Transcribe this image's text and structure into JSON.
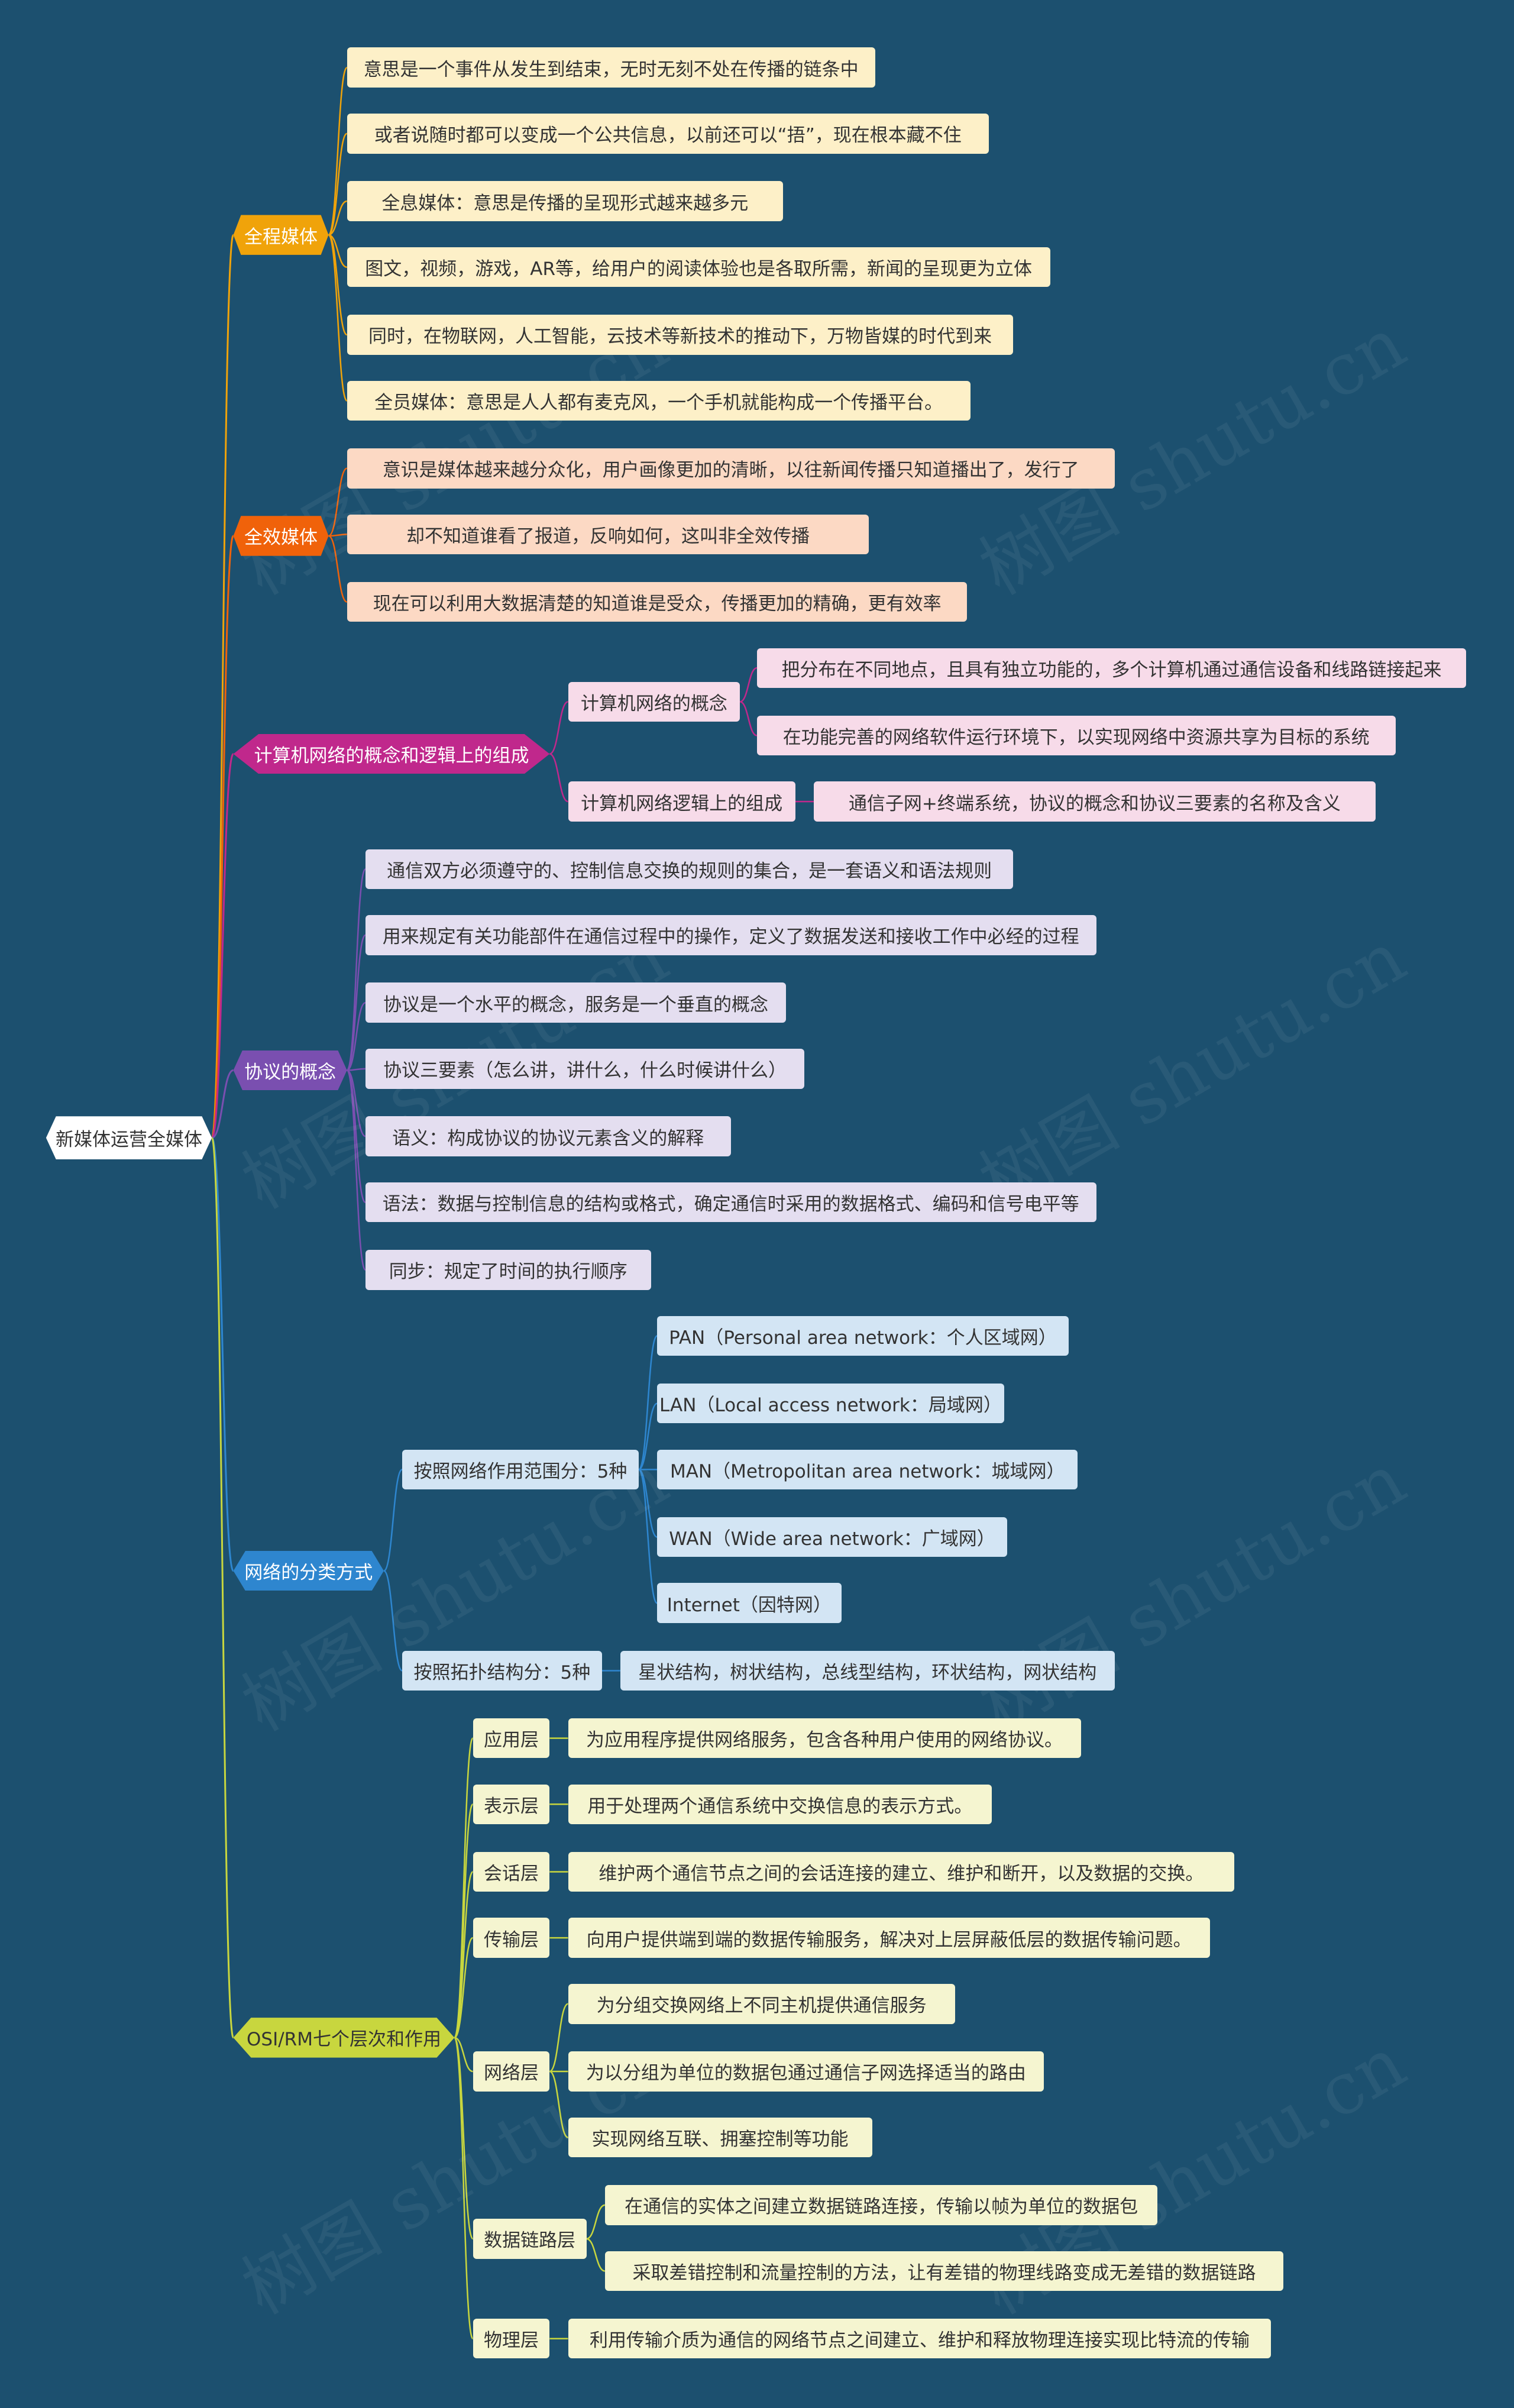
{
  "root": {
    "label": "新媒体运营全媒体"
  },
  "branches": [
    {
      "label": "全程媒体",
      "color": "#f0a30a"
    },
    {
      "label": "全效媒体",
      "color": "#f0620a"
    },
    {
      "label": "计算机网络的概念和逻辑上的组成",
      "color": "#c0288c"
    },
    {
      "label": "协议的概念",
      "color": "#7a4fb0"
    },
    {
      "label": "网络的分类方式",
      "color": "#2e86cf"
    },
    {
      "label": "OSI/RM七个层次和作用",
      "color": "#c8d63e"
    }
  ],
  "b1": {
    "items": [
      "意思是一个事件从发生到结束，无时无刻不处在传播的链条中",
      "或者说随时都可以变成一个公共信息，以前还可以“捂”，现在根本藏不住",
      "全息媒体：意思是传播的呈现形式越来越多元",
      "图文，视频，游戏，AR等，给用户的阅读体验也是各取所需，新闻的呈现更为立体",
      "同时，在物联网，人工智能，云技术等新技术的推动下，万物皆媒的时代到来",
      "全员媒体：意思是人人都有麦克风，一个手机就能构成一个传播平台。"
    ]
  },
  "b2": {
    "items": [
      "意识是媒体越来越分众化，用户画像更加的清晰，以往新闻传播只知道播出了，发行了",
      "却不知道谁看了报道，反响如何，这叫非全效传播",
      "现在可以利用大数据清楚的知道谁是受众，传播更加的精确，更有效率"
    ]
  },
  "b3": {
    "sub1": "计算机网络的概念",
    "sub1_items": [
      "把分布在不同地点，且具有独立功能的，多个计算机通过通信设备和线路链接起来",
      "在功能完善的网络软件运行环境下，以实现网络中资源共享为目标的系统"
    ],
    "sub2": "计算机网络逻辑上的组成",
    "sub2_items": [
      "通信子网+终端系统，协议的概念和协议三要素的名称及含义"
    ]
  },
  "b4": {
    "items": [
      "通信双方必须遵守的、控制信息交换的规则的集合，是一套语义和语法规则",
      "用来规定有关功能部件在通信过程中的操作，定义了数据发送和接收工作中必经的过程",
      "协议是一个水平的概念，服务是一个垂直的概念",
      "协议三要素（怎么讲，讲什么，什么时候讲什么）",
      "语义：构成协议的协议元素含义的解释",
      "语法：数据与控制信息的结构或格式，确定通信时采用的数据格式、编码和信号电平等",
      "同步：规定了时间的执行顺序"
    ]
  },
  "b5": {
    "sub1": "按照网络作用范围分：5种",
    "sub1_items": [
      "PAN（Personal area network：个人区域网）",
      "LAN（Local access network：局域网）",
      "MAN（Metropolitan area network：城域网）",
      "WAN（Wide area network：广域网）",
      "Internet（因特网）"
    ],
    "sub2": "按照拓扑结构分：5种",
    "sub2_items": [
      "星状结构，树状结构，总线型结构，环状结构，网状结构"
    ]
  },
  "b6": {
    "layers": [
      {
        "label": "应用层",
        "items": [
          "为应用程序提供网络服务，包含各种用户使用的网络协议。"
        ]
      },
      {
        "label": "表示层",
        "items": [
          "用于处理两个通信系统中交换信息的表示方式。"
        ]
      },
      {
        "label": "会话层",
        "items": [
          "维护两个通信节点之间的会话连接的建立、维护和断开，以及数据的交换。"
        ]
      },
      {
        "label": "传输层",
        "items": [
          "向用户提供端到端的数据传输服务，解决对上层屏蔽低层的数据传输问题。"
        ]
      },
      {
        "label": "网络层",
        "items": [
          "为分组交换网络上不同主机提供通信服务",
          "为以分组为单位的数据包通过通信子网选择适当的路由",
          "实现网络互联、拥塞控制等功能"
        ]
      },
      {
        "label": "数据链路层",
        "items": [
          "在通信的实体之间建立数据链路连接，传输以帧为单位的数据包",
          "采取差错控制和流量控制的方法，让有差错的物理线路变成无差错的数据链路"
        ]
      },
      {
        "label": "物理层",
        "items": [
          "利用传输介质为通信的网络节点之间建立、维护和释放物理连接实现比特流的传输"
        ]
      }
    ]
  },
  "watermark": "树图 shutu.cn"
}
